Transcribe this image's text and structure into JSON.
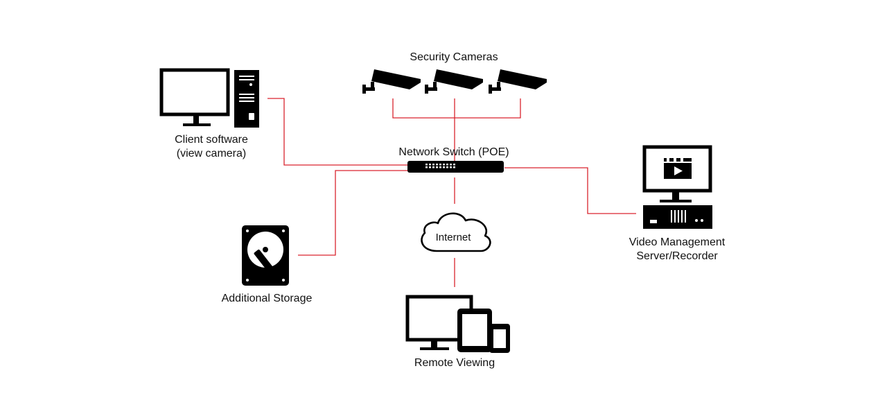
{
  "colors": {
    "connection_line": "#d9232d",
    "icon": "#000000",
    "background": "#ffffff"
  },
  "nodes": {
    "cameras": {
      "label": "Security Cameras",
      "icon": "security-camera-icon",
      "count": 3
    },
    "client": {
      "label_line1": "Client software",
      "label_line2": "(view camera)",
      "icon": "desktop-pc-icon"
    },
    "switch": {
      "label": "Network Switch (POE)",
      "icon": "network-switch-icon"
    },
    "vms": {
      "label_line1": "Video Management",
      "label_line2": "Server/Recorder",
      "icon": "video-recorder-icon"
    },
    "storage": {
      "label": "Additional Storage",
      "icon": "hard-drive-icon"
    },
    "internet": {
      "label": "Internet",
      "icon": "cloud-icon"
    },
    "remote": {
      "label": "Remote Viewing",
      "icon": "multi-device-icon"
    }
  },
  "edges": [
    {
      "from": "cameras",
      "to": "switch"
    },
    {
      "from": "client",
      "to": "switch"
    },
    {
      "from": "vms",
      "to": "switch"
    },
    {
      "from": "storage",
      "to": "switch"
    },
    {
      "from": "switch",
      "to": "internet"
    },
    {
      "from": "internet",
      "to": "remote"
    }
  ]
}
